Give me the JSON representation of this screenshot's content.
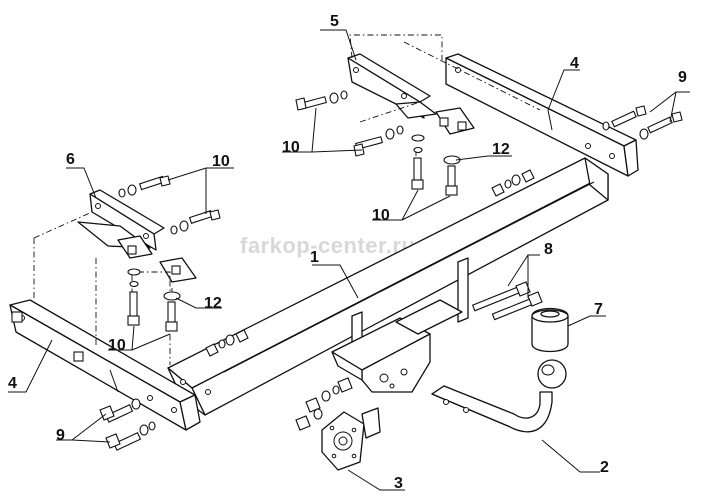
{
  "diagram": {
    "watermark": "farkop-center.ru",
    "callouts": {
      "c1": "1",
      "c2": "2",
      "c3": "3",
      "c4a": "4",
      "c4b": "4",
      "c5": "5",
      "c6": "6",
      "c7": "7",
      "c8": "8",
      "c9a": "9",
      "c9b": "9",
      "c10a": "10",
      "c10b": "10",
      "c10c": "10",
      "c10d": "10",
      "c12a": "12",
      "c12b": "12"
    }
  }
}
